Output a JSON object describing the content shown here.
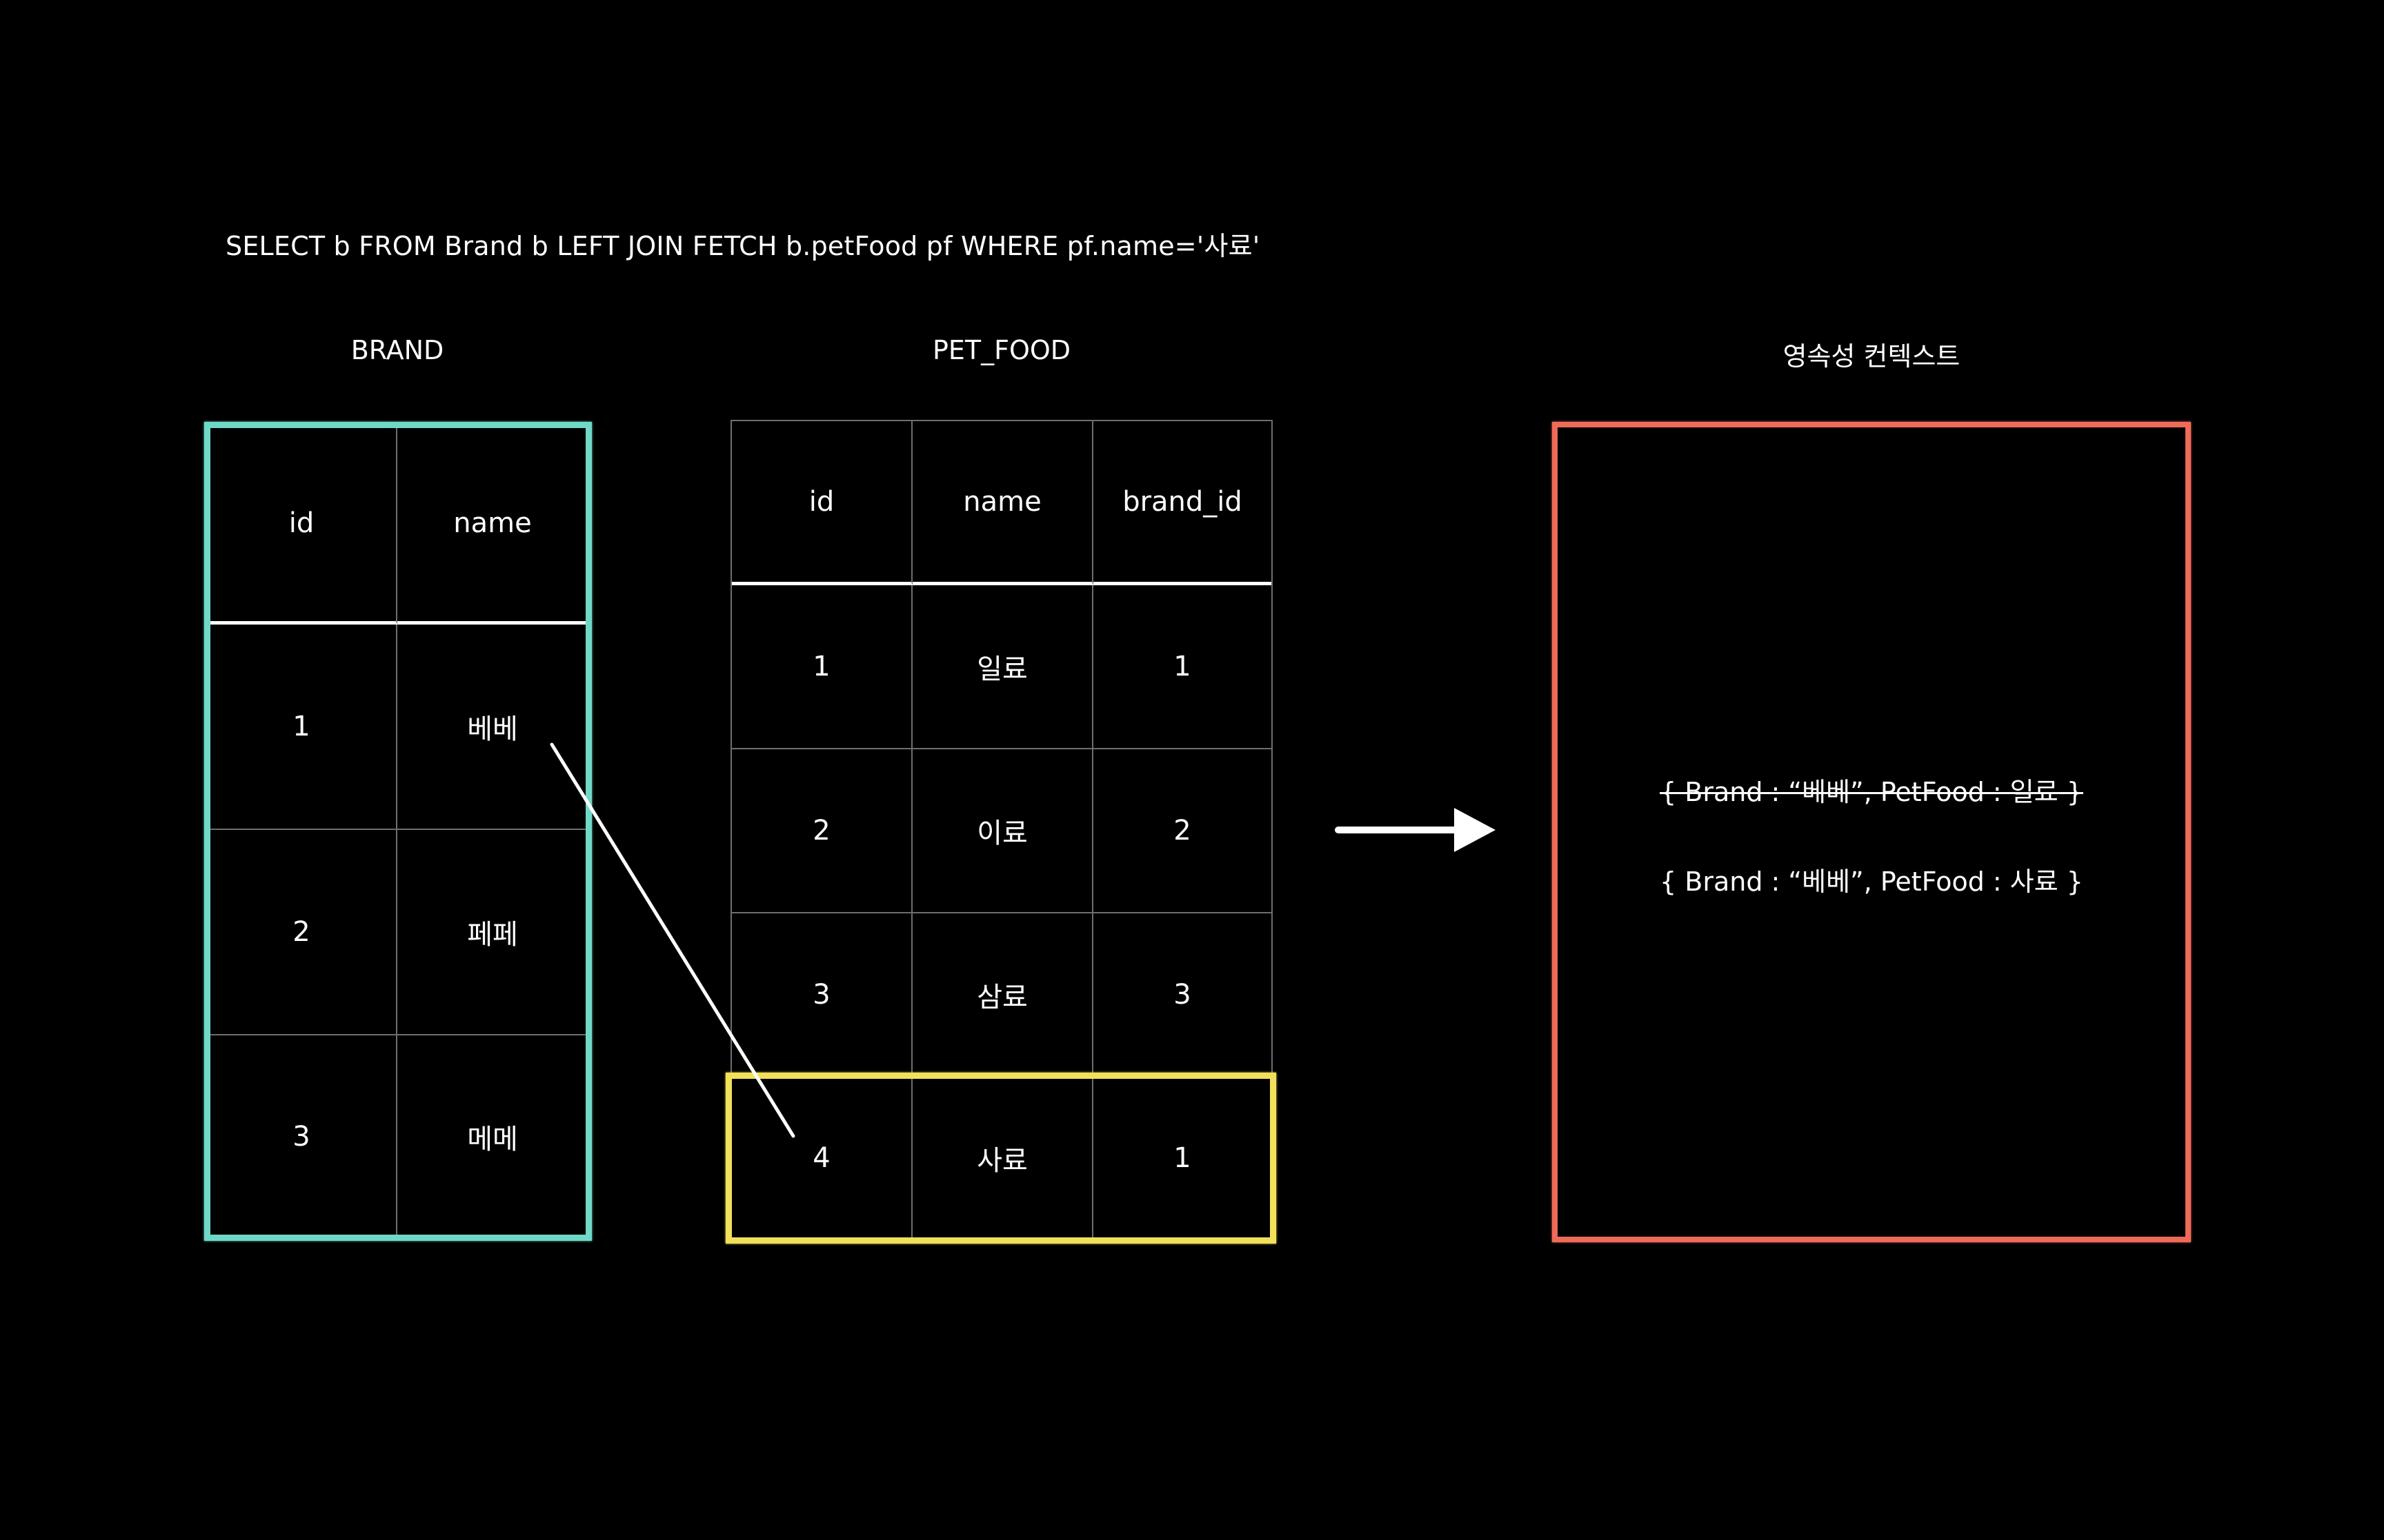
{
  "query": "SELECT b FROM Brand b LEFT JOIN FETCH b.petFood pf WHERE pf.name='사료'",
  "brand": {
    "title": "BRAND",
    "columns": [
      "id",
      "name"
    ],
    "rows": [
      [
        "1",
        "베베"
      ],
      [
        "2",
        "페페"
      ],
      [
        "3",
        "메메"
      ]
    ],
    "border_color": "#6fd8c6"
  },
  "pet_food": {
    "title": "PET_FOOD",
    "columns": [
      "id",
      "name",
      "brand_id"
    ],
    "rows": [
      [
        "1",
        "일료",
        "1"
      ],
      [
        "2",
        "이료",
        "2"
      ],
      [
        "3",
        "삼료",
        "3"
      ],
      [
        "4",
        "사료",
        "1"
      ]
    ],
    "highlight_color": "#f2e05a"
  },
  "persistence_context": {
    "title": "영속성 컨텍스트",
    "entries": [
      {
        "text": "{ Brand : “베베”, PetFood : 일료 }",
        "struck": true
      },
      {
        "text": "{ Brand : “베베”, PetFood : 사료 }",
        "struck": false
      }
    ],
    "border_color": "#ef6b59"
  }
}
